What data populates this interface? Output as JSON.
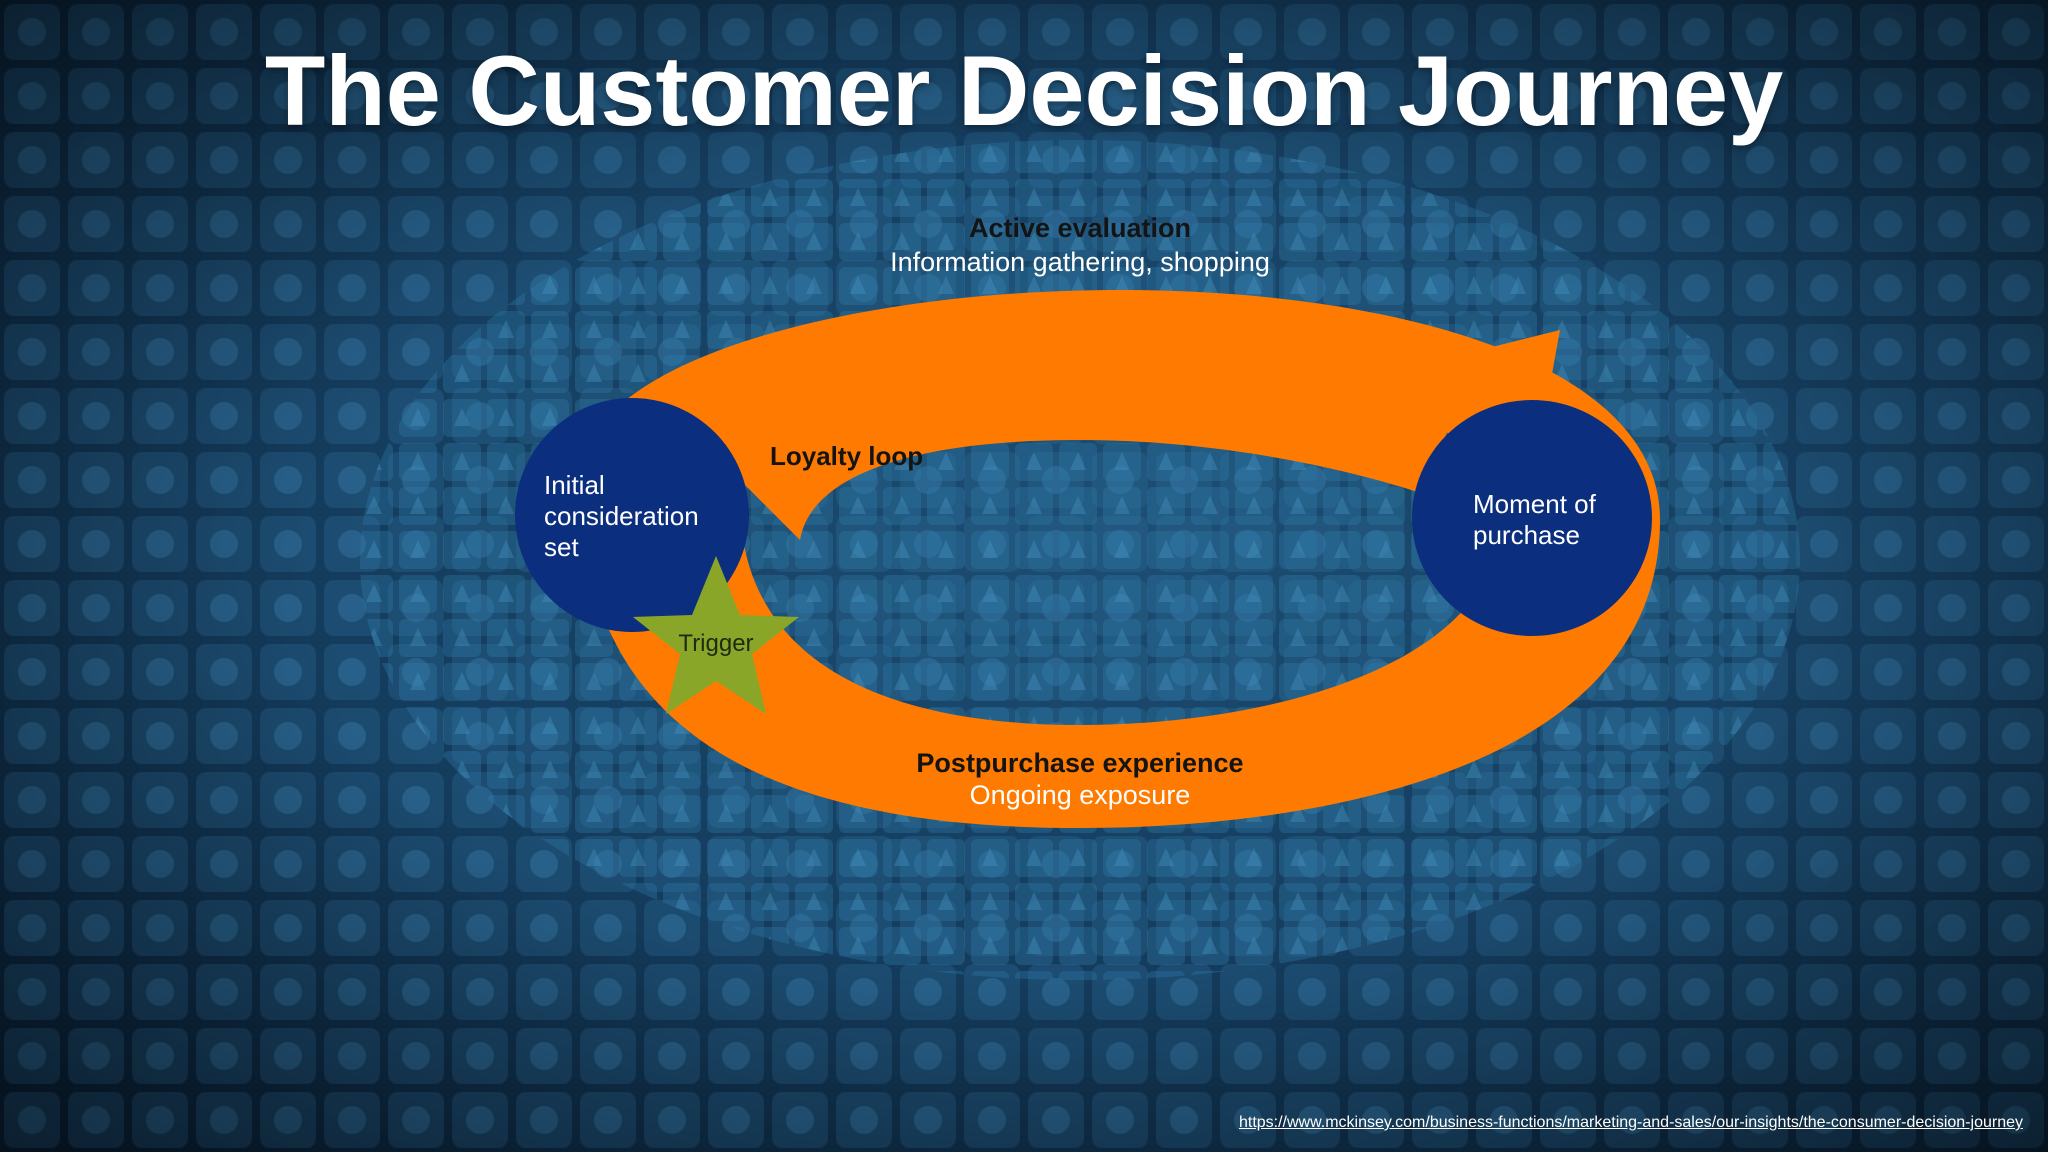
{
  "title": "The Customer Decision Journey",
  "stages": {
    "active_evaluation": {
      "heading": "Active evaluation",
      "subtitle": "Information gathering, shopping"
    },
    "loyalty_loop": {
      "heading": "Loyalty loop"
    },
    "postpurchase": {
      "heading": "Postpurchase experience",
      "subtitle": "Ongoing exposure"
    }
  },
  "nodes": {
    "initial": {
      "lines": [
        "Initial",
        "consideration",
        "set"
      ]
    },
    "purchase": {
      "lines": [
        "Moment of",
        "purchase"
      ]
    },
    "trigger": {
      "label": "Trigger"
    }
  },
  "source_url": "https://www.mckinsey.com/business-functions/marketing-and-sales/our-insights/the-consumer-decision-journey",
  "colors": {
    "arrow": "#ff7a00",
    "node_circle": "#0b2f7e",
    "trigger_star": "#8aa629",
    "background": "#0d2a44"
  }
}
